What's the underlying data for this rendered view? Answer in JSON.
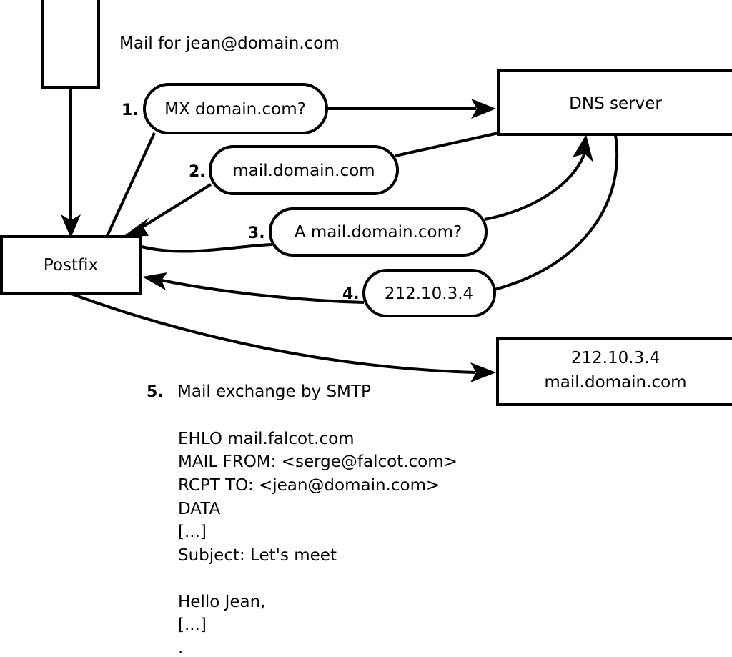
{
  "diagram": {
    "title": "Mail for jean@domain.com",
    "nodes": [
      {
        "id": "mail-client",
        "label": ""
      },
      {
        "id": "postfix",
        "label": "Postfix"
      },
      {
        "id": "dns-server",
        "label": "DNS server"
      },
      {
        "id": "target-server",
        "line1": "212.10.3.4",
        "line2": "mail.domain.com"
      }
    ],
    "steps": [
      {
        "num": "1.",
        "label": "MX domain.com?"
      },
      {
        "num": "2.",
        "label": "mail.domain.com"
      },
      {
        "num": "3.",
        "label": "A mail.domain.com?"
      },
      {
        "num": "4.",
        "label": "212.10.3.4"
      },
      {
        "num": "5.",
        "label": "Mail exchange by SMTP"
      }
    ],
    "transcript": [
      "EHLO mail.falcot.com",
      "MAIL FROM: <serge@falcot.com>",
      "RCPT TO: <jean@domain.com>",
      "DATA",
      "[...]",
      "Subject: Let's meet",
      "",
      "Hello Jean,",
      "[...]",
      "",
      "."
    ],
    "colors": {
      "stroke": "#000000",
      "fill": "#ffffff",
      "text": "#000000"
    }
  }
}
